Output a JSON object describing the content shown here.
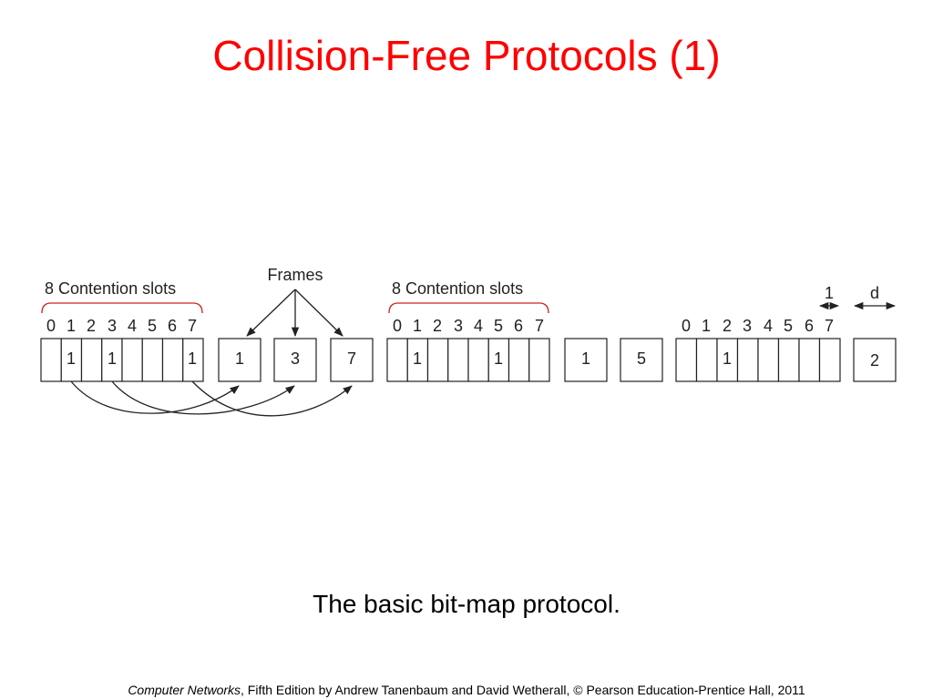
{
  "title": "Collision-Free Protocols (1)",
  "caption": "The basic bit-map protocol.",
  "footer": {
    "book_title": "Computer Networks",
    "rest": ", Fifth Edition by Andrew Tanenbaum and David Wetherall, © Pearson Education-Prentice Hall, 2011"
  },
  "colors": {
    "title": "#ff0000",
    "line": "#222222"
  },
  "diagram": {
    "frames_label": "Frames",
    "groups": [
      {
        "label": "8 Contention slots",
        "slot_numbers": [
          "0",
          "1",
          "2",
          "3",
          "4",
          "5",
          "6",
          "7"
        ],
        "slot_values": [
          "",
          "1",
          "",
          "1",
          "",
          "",
          "",
          "1"
        ],
        "frames": [
          "1",
          "3",
          "7"
        ]
      },
      {
        "label": "8 Contention slots",
        "slot_numbers": [
          "0",
          "1",
          "2",
          "3",
          "4",
          "5",
          "6",
          "7"
        ],
        "slot_values": [
          "",
          "1",
          "",
          "",
          "",
          "1",
          "",
          ""
        ],
        "frames": [
          "1",
          "5"
        ]
      },
      {
        "label": "",
        "slot_numbers": [
          "0",
          "1",
          "2",
          "3",
          "4",
          "5",
          "6",
          "7"
        ],
        "slot_values": [
          "",
          "",
          "1",
          "",
          "",
          "",
          "",
          ""
        ],
        "frames": [
          "2"
        ]
      }
    ],
    "slot_width_label": "1",
    "frame_width_label": "d"
  }
}
